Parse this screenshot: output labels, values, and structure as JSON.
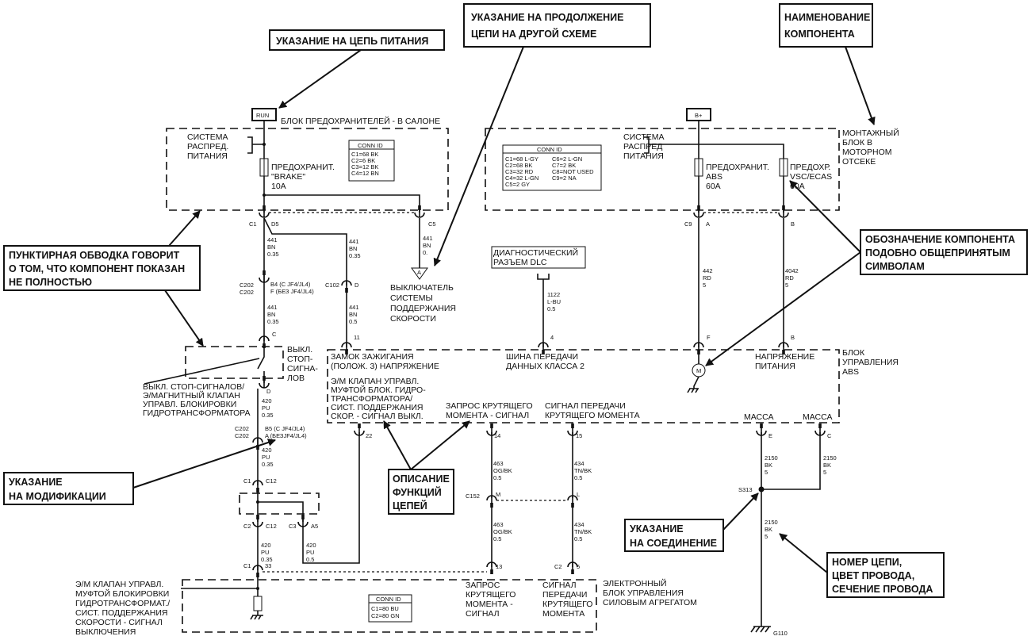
{
  "callouts": {
    "power": [
      "УКАЗАНИЕ НА ЦЕПЬ ПИТАНИЯ"
    ],
    "continuation": [
      "УКАЗАНИЕ НА ПРОДОЛЖЕНИЕ",
      "ЦЕПИ НА ДРУГОЙ СХЕМЕ"
    ],
    "component_name": [
      "НАИМЕНОВАНИЕ",
      "КОМПОНЕНТА"
    ],
    "dashed_outline": [
      "ПУНКТИРНАЯ ОБВОДКА ГОВОРИТ",
      "О ТОМ, ЧТО КОМПОНЕНТ ПОКАЗАН",
      "НЕ ПОЛНОСТЬЮ"
    ],
    "symbol": [
      "ОБОЗНАЧЕНИЕ КОМПОНЕНТА",
      "ПОДОБНО ОБЩЕПРИНЯТЫМ",
      "СИМВОЛАМ"
    ],
    "modification": [
      "УКАЗАНИЕ",
      "НА МОДИФИКАЦИИ"
    ],
    "function": [
      "ОПИСАНИЕ",
      "ФУНКЦИЙ",
      "ЦЕПЕЙ"
    ],
    "splice": [
      "УКАЗАНИЕ",
      "НА СОЕДИНЕНИЕ"
    ],
    "wire_id": [
      "НОМЕР ЦЕПИ,",
      "ЦВЕТ ПРОВОДА,",
      "СЕЧЕНИЕ ПРОВОДА"
    ]
  },
  "fuse_block_cabin": {
    "power_tag": "RUN",
    "title": "БЛОК ПРЕДОХРАНИТЕЛЕЙ - В САЛОНЕ",
    "distribution": [
      "СИСТЕМА",
      "РАСПРЕД.",
      "ПИТАНИЯ"
    ],
    "fuse": [
      "ПРЕДОХРАНИТ.",
      "\"BRAKE\"",
      "10A"
    ],
    "conn_id": {
      "title": "CONN ID",
      "rows": [
        "C1=68 BK",
        "C2=6 BK",
        "C3=12 BK",
        "C4=12 BN"
      ]
    }
  },
  "fuse_block_engine": {
    "power_tag": "B+",
    "title": [
      "МОНТАЖНЫЙ",
      "БЛОК В",
      "МОТОРНОМ",
      "ОТСЕКЕ"
    ],
    "distribution": [
      "СИСТЕМА",
      "РАСПРЕД",
      "ПИТАНИЯ"
    ],
    "fuse_abs": [
      "ПРЕДОХРАНИТ.",
      "ABS",
      "60A"
    ],
    "fuse_vsc": [
      "ПРЕДОХР.",
      "VSC/ECAS",
      "60A"
    ],
    "conn_id": {
      "title": "CONN ID",
      "col1": [
        "C1=68 L-GY",
        "C2=68 BK",
        "C3=32 RD",
        "C4=32 L-GN",
        "C5=2 GY"
      ],
      "col2": [
        "C6=2 L-GN",
        "C7=2 BK",
        "C8=NOT USED",
        "C9=2 NA"
      ]
    }
  },
  "connectors": {
    "c1": "C1",
    "d5": "D5",
    "c5": "C5",
    "c202a": [
      "C202",
      "C202"
    ],
    "b4": [
      "B4 (С JF4/JL4)",
      "F (БЕЗ JF4/JL4)"
    ],
    "c102": "C102",
    "d": "D",
    "p11": "11",
    "pc": "C",
    "pd": "D",
    "c202b": [
      "C202",
      "C202"
    ],
    "b5": [
      "B5 (C JF4/JL4)",
      "A (БЕЗJF4/JL4)"
    ],
    "c1b": "C1",
    "c12a": "C12",
    "c2": "C2",
    "c12b": "C12",
    "c3": "C3",
    "a5": "A5",
    "c1c": "C1",
    "p33": "33",
    "p22": "22",
    "p14": "14",
    "p15": "15",
    "p4": "4",
    "c9": "C9",
    "pa": "A",
    "pb": "B",
    "pf": "F",
    "pb2": "B",
    "pe": "E",
    "pc2": "C",
    "c152": "C152",
    "pm": "M",
    "pl": "L",
    "p13": "13",
    "c2b": "C2",
    "p5": "5",
    "s313": "S313",
    "g110": "G110",
    "continuation_ref": "A"
  },
  "wires": {
    "w1": [
      "441",
      "BN",
      "0.35"
    ],
    "w2": [
      "441",
      "BN",
      "0.35"
    ],
    "w3": [
      "441",
      "BN",
      "0."
    ],
    "w4": [
      "441",
      "BN",
      "0.35"
    ],
    "w5": [
      "441",
      "BN",
      "0.5"
    ],
    "w6": [
      "420",
      "PU",
      "0.35"
    ],
    "w7": [
      "420",
      "PU",
      "0.35"
    ],
    "w8": [
      "420",
      "PU",
      "0.35"
    ],
    "w9": [
      "420",
      "PU",
      "0.5"
    ],
    "w10": [
      "1122",
      "L-BU",
      "0.5"
    ],
    "w11": [
      "442",
      "RD",
      "5"
    ],
    "w12": [
      "4042",
      "RD",
      "5"
    ],
    "w13": [
      "463",
      "OG/BK",
      "0.5"
    ],
    "w14": [
      "463",
      "OG/BK",
      "0.5"
    ],
    "w15": [
      "434",
      "TN/BK",
      "0.5"
    ],
    "w16": [
      "434",
      "TN/BK",
      "0.5"
    ],
    "w17": [
      "2150",
      "BK",
      "5"
    ],
    "w18": [
      "2150",
      "BK",
      "5"
    ],
    "w19": [
      "2150",
      "BK",
      "5"
    ]
  },
  "components": {
    "cruise_switch": [
      "ВЫКЛЮЧАТЕЛЬ",
      "СИСТЕМЫ",
      "ПОДДЕРЖАНИЯ",
      "СКОРОСТИ"
    ],
    "dlc": [
      "ДИАГНОСТИЧЕСКИЙ",
      "РАЗЪЕМ DLC"
    ],
    "stop_switch": [
      "ВЫКЛ.",
      "СТОП-",
      "СИГНА-",
      "ЛОВ"
    ],
    "stop_switch_desc": [
      "ВЫКЛ. СТОП-СИГНАЛОВ/",
      "Э/МАГНИТНЫЙ КЛАПАН",
      "УПРАВЛ. БЛОКИРОВКИ",
      "ГИДРОТРАНСФОРМАТОРА"
    ],
    "abs_module": {
      "title": [
        "БЛОК",
        "УПРАВЛЕНИЯ",
        "ABS"
      ],
      "ignition": [
        "ЗАМОК ЗАЖИГАНИЯ",
        "(ПОЛОЖ. 3) НАПРЯЖЕНИЕ"
      ],
      "tcc": [
        "Э/М КЛАПАН УПРАВЛ.",
        "МУФТОЙ БЛОК. ГИДРО-",
        "ТРАНСФОРМАТОРА/",
        "СИСТ. ПОДДЕРЖАНИЯ",
        "СКОР. - СИГНАЛ ВЫКЛ."
      ],
      "torque_request": [
        "ЗАПРОС КРУТЯЩЕГО",
        "МОМЕНТА - СИГНАЛ"
      ],
      "torque_signal": [
        "СИГНАЛ ПЕРЕДАЧИ",
        "КРУТЯЩЕГО МОМЕНТА"
      ],
      "class2": [
        "ШИНА ПЕРЕДАЧИ",
        "ДАННЫХ КЛАССА 2"
      ],
      "supply": [
        "НАПРЯЖЕНИЕ",
        "ПИТАНИЯ"
      ],
      "ground1": "МАССА",
      "ground2": "МАССА",
      "motor": "M"
    },
    "pcm": {
      "title": [
        "ЭЛЕКТРОННЫЙ",
        "БЛОК УПРАВЛЕНИЯ",
        "СИЛОВЫМ АГРЕГАТОМ"
      ],
      "tcc": [
        "Э/М КЛАПАН УПРАВЛ.",
        "МУФТОЙ БЛОКИРОВКИ",
        "ГИДРОТРАНСФОРМАТ./",
        "СИСТ. ПОДДЕРЖАНИЯ",
        "СКОРОСТИ - СИГНАЛ",
        "ВЫКЛЮЧЕНИЯ"
      ],
      "torque_request": [
        "ЗАПРОС",
        "КРУТЯЩЕГО",
        "МОМЕНТА -",
        "СИГНАЛ"
      ],
      "torque_signal": [
        "СИГНАЛ",
        "ПЕРЕДАЧИ",
        "КРУТЯЩЕГО",
        "МОМЕНТА"
      ],
      "conn_id": {
        "title": "CONN ID",
        "rows": [
          "C1=80 BU",
          "C2=80 GN"
        ]
      }
    }
  }
}
